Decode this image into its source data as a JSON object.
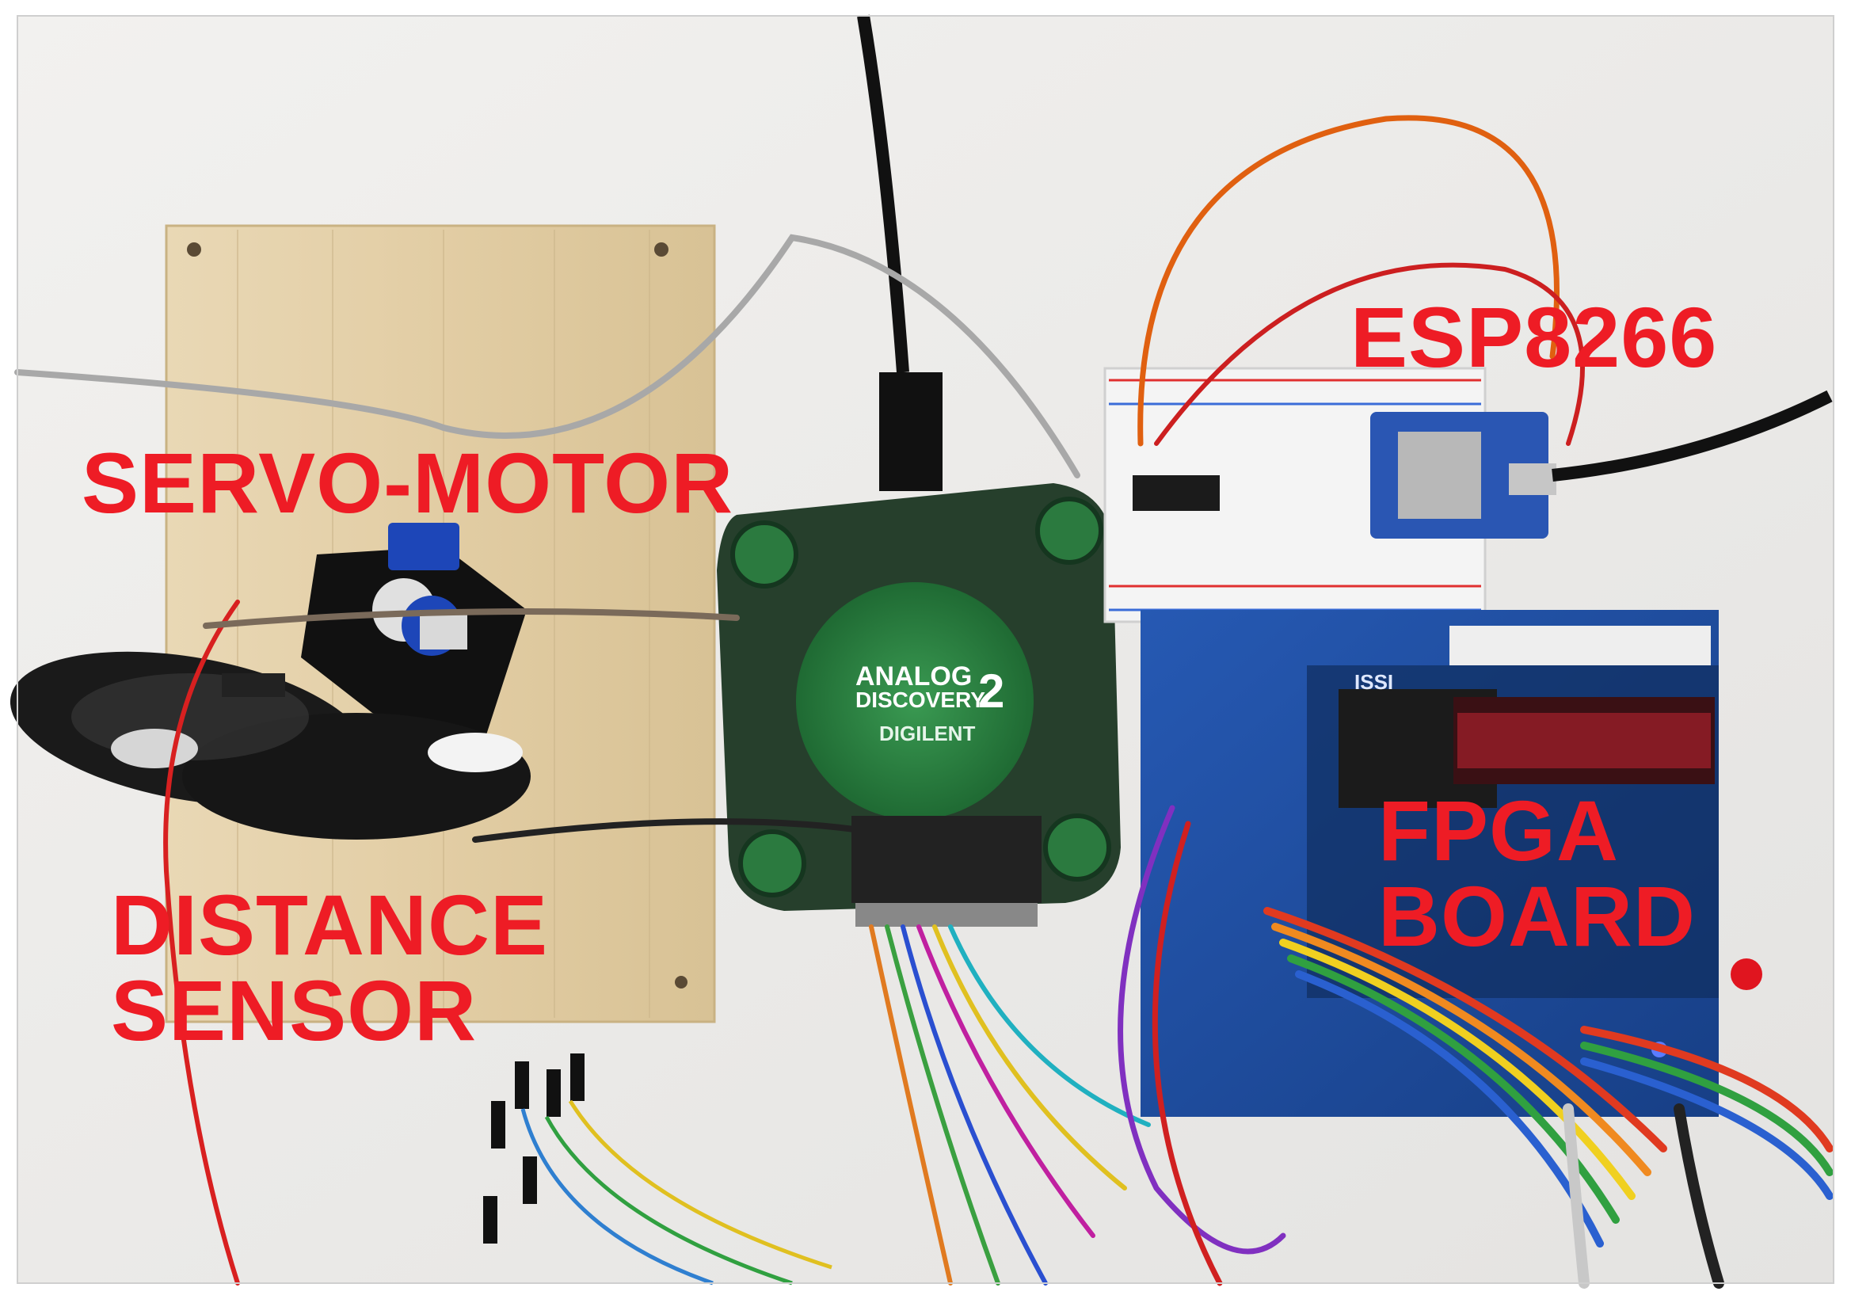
{
  "photo": {
    "description_kind": "hardware bench photo",
    "board_print": {
      "brand_line_1": "ANALOG",
      "brand_line_2": "DISCOVERY",
      "model_digit": "2",
      "maker": "DIGILENT",
      "chip_print": "ISSI"
    }
  },
  "labels": {
    "esp": "ESP8266",
    "servo": "SERVO-MOTOR",
    "distance_line1": "DISTANCE",
    "distance_line2": "SENSOR",
    "fpga_line1": "FPGA",
    "fpga_line2": "BOARD"
  },
  "colors": {
    "label": "#ee1c25",
    "analog_discovery_body": "#2f8a45",
    "fpga_board": "#1f4fa3",
    "wood_panel": "#e6d3ad"
  }
}
